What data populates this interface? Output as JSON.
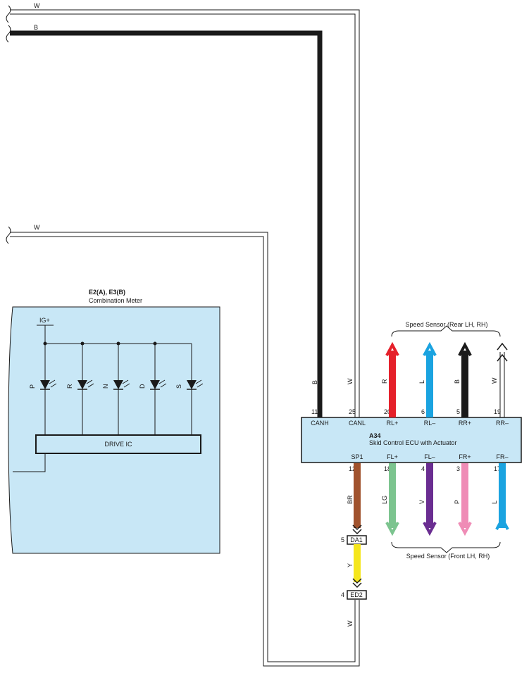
{
  "wires": {
    "top_w": "W",
    "top_b": "B",
    "mid_w": "W",
    "canh_color": "B",
    "canl_color": "W",
    "sp1_color": "BR",
    "da1_ed2_color": "Y",
    "ed2_bottom_color": "W"
  },
  "meter": {
    "code": "E2(A), E3(B)",
    "name": "Combination Meter",
    "ig_label": "IG+",
    "ic_label": "DRIVE IC",
    "leds": [
      "P",
      "R",
      "N",
      "D",
      "S"
    ]
  },
  "ecu": {
    "code": "A34",
    "name": "Skid Control ECU with Actuator",
    "top_pins": [
      {
        "num": "11",
        "name": "CANH"
      },
      {
        "num": "25",
        "name": "CANL"
      },
      {
        "num": "20",
        "name": "RL+"
      },
      {
        "num": "6",
        "name": "RL–"
      },
      {
        "num": "5",
        "name": "RR+"
      },
      {
        "num": "19",
        "name": "RR–"
      }
    ],
    "bottom_pins": [
      {
        "num": "12",
        "name": "SP1"
      },
      {
        "num": "18",
        "name": "FL+"
      },
      {
        "num": "4",
        "name": "FL–"
      },
      {
        "num": "3",
        "name": "FR+"
      },
      {
        "num": "17",
        "name": "FR–"
      }
    ]
  },
  "rear_sensor": {
    "label": "Speed Sensor (Rear LH,  RH)",
    "wires": [
      {
        "color_code": "R",
        "hex": "#e5202a"
      },
      {
        "color_code": "L",
        "hex": "#1aa3e0"
      },
      {
        "color_code": "B",
        "hex": "#1a1a1a"
      },
      {
        "color_code": "W",
        "hex": "#ffffff"
      }
    ]
  },
  "front_sensor": {
    "label": "Speed Sensor (Front LH,  RH)",
    "wires": [
      {
        "color_code": "LG",
        "hex": "#7cc48f"
      },
      {
        "color_code": "V",
        "hex": "#6a2d91"
      },
      {
        "color_code": "P",
        "hex": "#ef8cb6"
      },
      {
        "color_code": "L",
        "hex": "#1aa3e0"
      }
    ]
  },
  "connectors": {
    "da1": {
      "pin": "5",
      "name": "DA1"
    },
    "ed2": {
      "pin": "4",
      "name": "ED2"
    }
  },
  "colors": {
    "box_fill": "#c8e7f6",
    "brown": "#a0522d",
    "yellow": "#f5e61c"
  }
}
